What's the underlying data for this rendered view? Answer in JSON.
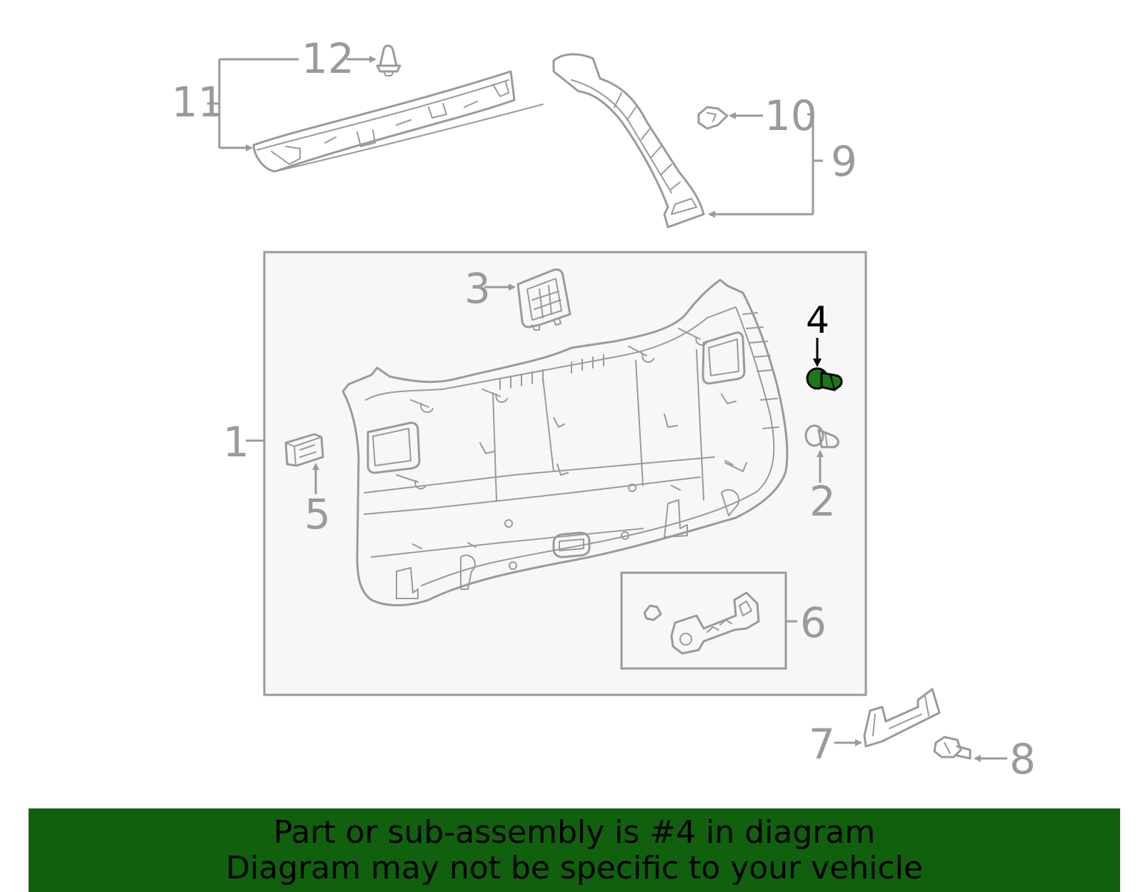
{
  "colors": {
    "line_gray": "#9a9a9a",
    "highlight_part": "#1a7a1a",
    "banner_bg": "#10600e",
    "panel_bg": "#f7f7f7"
  },
  "highlighted_part": "4",
  "callouts": [
    {
      "id": "1",
      "text": "1"
    },
    {
      "id": "2",
      "text": "2"
    },
    {
      "id": "3",
      "text": "3"
    },
    {
      "id": "4",
      "text": "4"
    },
    {
      "id": "5",
      "text": "5"
    },
    {
      "id": "6",
      "text": "6"
    },
    {
      "id": "7",
      "text": "7"
    },
    {
      "id": "8",
      "text": "8"
    },
    {
      "id": "9",
      "text": "9"
    },
    {
      "id": "10",
      "text": "10"
    },
    {
      "id": "11",
      "text": "11"
    },
    {
      "id": "12",
      "text": "12"
    }
  ],
  "banner": {
    "line1": "Part or sub-assembly is #4 in diagram",
    "line2": "Diagram may not be specific to your vehicle"
  }
}
